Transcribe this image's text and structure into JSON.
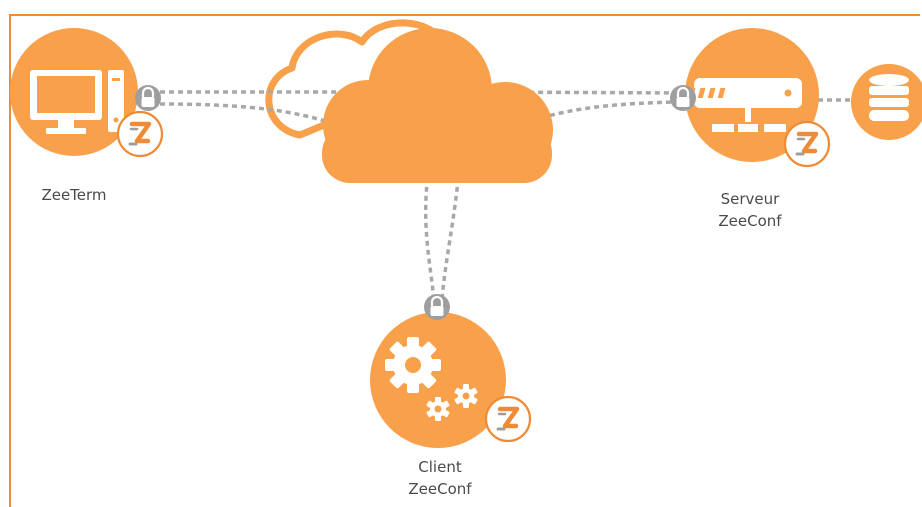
{
  "colors": {
    "accent": "#F9A04A",
    "border": "#EF8A36",
    "lock": "#9E9E9E",
    "link": "#A8A8A8",
    "badge_mark": "#EF8A36"
  },
  "nodes": {
    "zeeterm": {
      "label": "ZeeTerm",
      "icon": "desktop-computer-icon"
    },
    "server": {
      "label_line1": "Serveur",
      "label_line2": "ZeeConf",
      "icon": "server-icon"
    },
    "client": {
      "label_line1": "Client",
      "label_line2": "ZeeConf",
      "icon": "gears-icon"
    },
    "database": {
      "icon": "database-icon"
    },
    "cloud": {
      "icon": "cloud-icon"
    }
  },
  "badge": {
    "letter": "Z"
  }
}
